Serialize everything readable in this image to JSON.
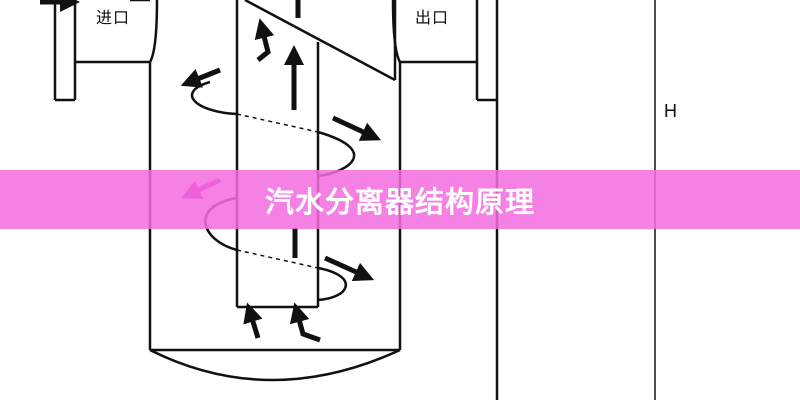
{
  "diagram": {
    "inlet_label": "进口",
    "outlet_label": "出口",
    "height_label": "H",
    "line_color": "#111111",
    "arrow_color_highlight": "#d020b8"
  },
  "banner": {
    "title": "汽水分离器结构原理",
    "band_color": "#f36ce1",
    "text_color": "#ffffff"
  }
}
